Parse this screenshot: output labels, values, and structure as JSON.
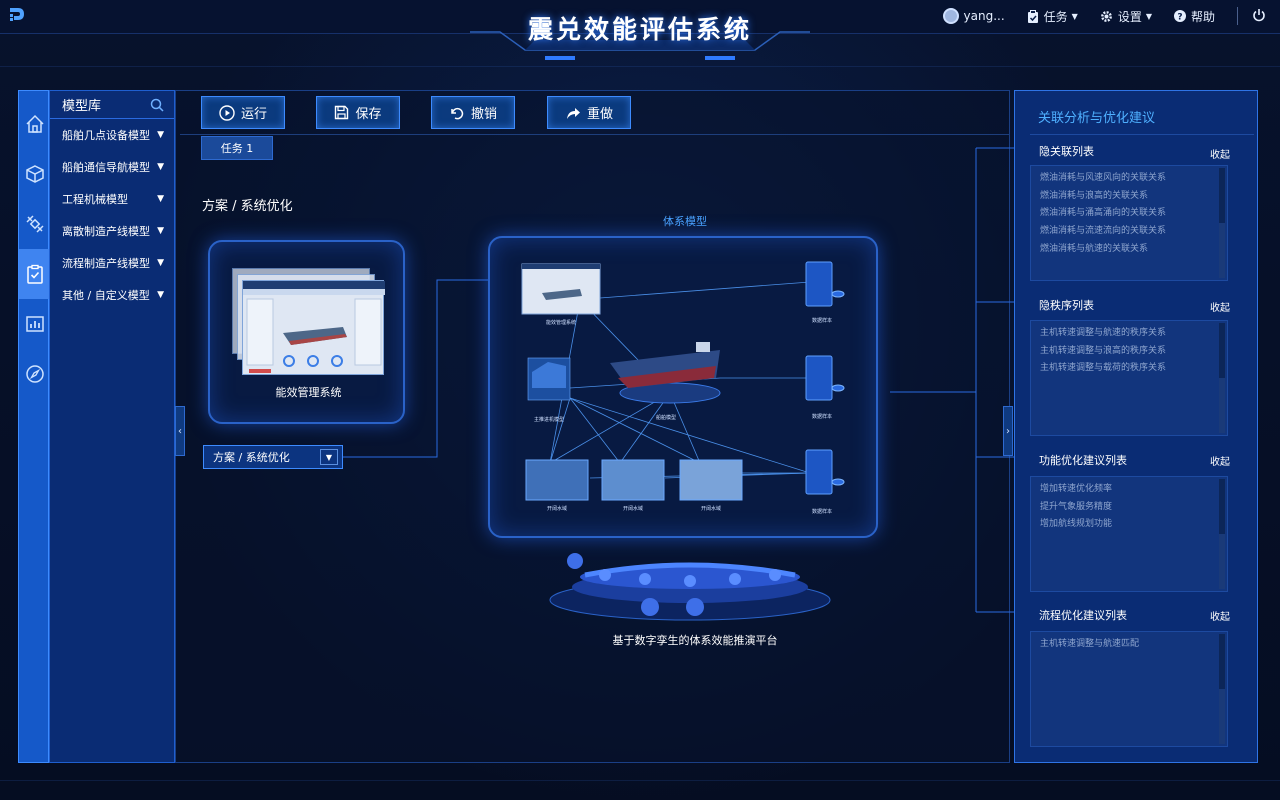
{
  "header": {
    "title": "震兑效能评估系统",
    "user": "yang...",
    "task_label": "任务",
    "settings_label": "设置",
    "help_label": "帮助"
  },
  "rail": {
    "icons": [
      "home-icon",
      "cube-icon",
      "satellite-icon",
      "clipboard-icon",
      "chart-icon",
      "compass-icon"
    ],
    "active_index": 3
  },
  "library": {
    "title": "模型库",
    "items": [
      {
        "label": "船舶几点设备模型"
      },
      {
        "label": "船舶通信导航模型"
      },
      {
        "label": "工程机械模型"
      },
      {
        "label": "离散制造产线模型"
      },
      {
        "label": "流程制造产线模型"
      },
      {
        "label": "其他 / 自定义模型"
      }
    ]
  },
  "toolbar": {
    "run": "运行",
    "save": "保存",
    "undo": "撤销",
    "redo": "重做"
  },
  "tabs": [
    {
      "label": "任务 1"
    }
  ],
  "canvas": {
    "section_title": "方案 / 系统优化",
    "energy_card_label": "能效管理系统",
    "select_value": "方案 / 系统优化",
    "system_caption": "体系模型",
    "platform_caption": "基于数字孪生的体系效能推演平台"
  },
  "right_panel": {
    "title": "关联分析与优化建议",
    "collapse_label": "收起",
    "sections": [
      {
        "title": "隐关联列表",
        "rows": [
          "燃油消耗与风速风向的关联关系",
          "燃油消耗与浪高的关联关系",
          "燃油消耗与涌高涌向的关联关系",
          "燃油消耗与流速流向的关联关系",
          "燃油消耗与航速的关联关系"
        ]
      },
      {
        "title": "隐秩序列表",
        "rows": [
          "主机转速调整与航速的秩序关系",
          "主机转速调整与浪高的秩序关系",
          "主机转速调整与载荷的秩序关系"
        ]
      },
      {
        "title": "功能优化建议列表",
        "rows": [
          "增加转速优化频率",
          "提升气象服务精度",
          "增加航线规划功能"
        ]
      },
      {
        "title": "流程优化建议列表",
        "rows": [
          "主机转速调整与航速匹配"
        ]
      }
    ]
  },
  "colors": {
    "background": "#061029",
    "accent": "#3d8bff",
    "panel": "#0a2c74",
    "highlight_text": "#4fb0ff"
  }
}
